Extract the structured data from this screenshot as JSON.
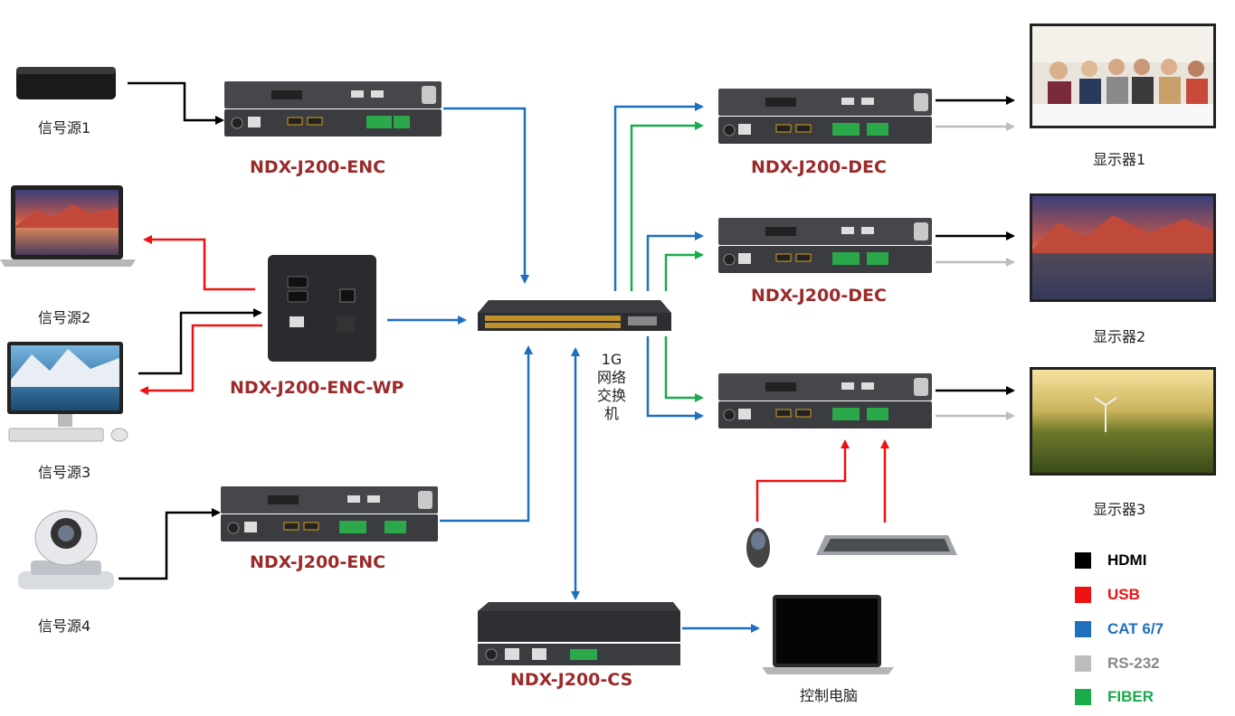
{
  "sources": [
    "信号源1",
    "信号源2",
    "信号源3",
    "信号源4"
  ],
  "displays": [
    "显示器1",
    "显示器2",
    "显示器3"
  ],
  "models": {
    "enc_top": "NDX-J200-ENC",
    "enc_wp": "NDX-J200-ENC-WP",
    "enc_bottom": "NDX-J200-ENC",
    "dec_1": "NDX-J200-DEC",
    "dec_2": "NDX-J200-DEC",
    "cs": "NDX-J200-CS"
  },
  "switch_label": [
    "1G",
    "网络",
    "交换",
    "机"
  ],
  "control_pc": "控制电脑",
  "legend": [
    {
      "label": "HDMI",
      "color": "#000000"
    },
    {
      "label": "USB",
      "color": "#ee1111"
    },
    {
      "label": "CAT 6/7",
      "color": "#1f6fbf"
    },
    {
      "label": "RS-232",
      "color": "#bdbdbd"
    },
    {
      "label": "FIBER",
      "color": "#1aab4b"
    }
  ]
}
